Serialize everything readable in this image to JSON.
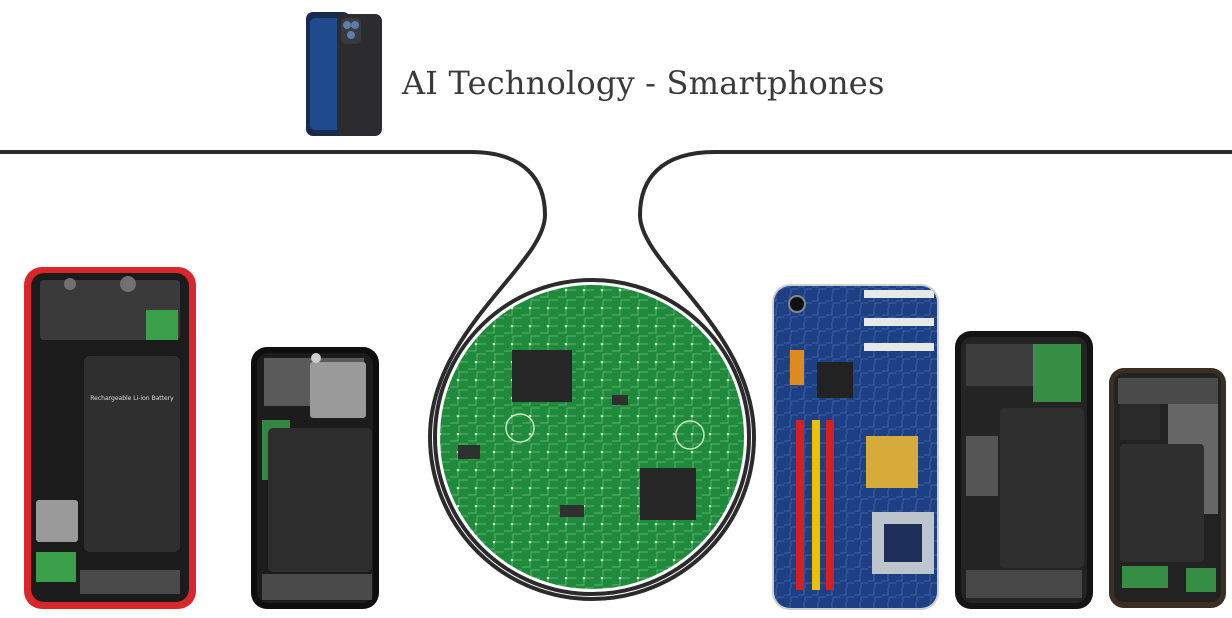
{
  "header": {
    "title": "AI Technology - Smartphones",
    "logo_icon": "smartphone-pair-icon"
  },
  "colors": {
    "line": "#2b2b2b",
    "pcb_green": "#1f8a3c",
    "phone_red": "#d9262b",
    "phone_black": "#1b1b1b",
    "motherboard_blue": "#1d3f84",
    "battery_grey": "#2f2f30",
    "title_text": "#3a3a3a"
  },
  "devices": [
    {
      "name": "phone-red-teardown",
      "icon": "phone-internals-icon",
      "battery_label": "Rechargeable Li-ion Battery"
    },
    {
      "name": "phone-black-teardown",
      "icon": "phone-internals-icon"
    },
    {
      "name": "circuit-board-circle",
      "icon": "pcb-icon"
    },
    {
      "name": "phone-motherboard-skin",
      "icon": "motherboard-icon"
    },
    {
      "name": "phone-dark-teardown-1",
      "icon": "phone-internals-icon"
    },
    {
      "name": "phone-dark-teardown-2",
      "icon": "phone-internals-icon"
    }
  ]
}
